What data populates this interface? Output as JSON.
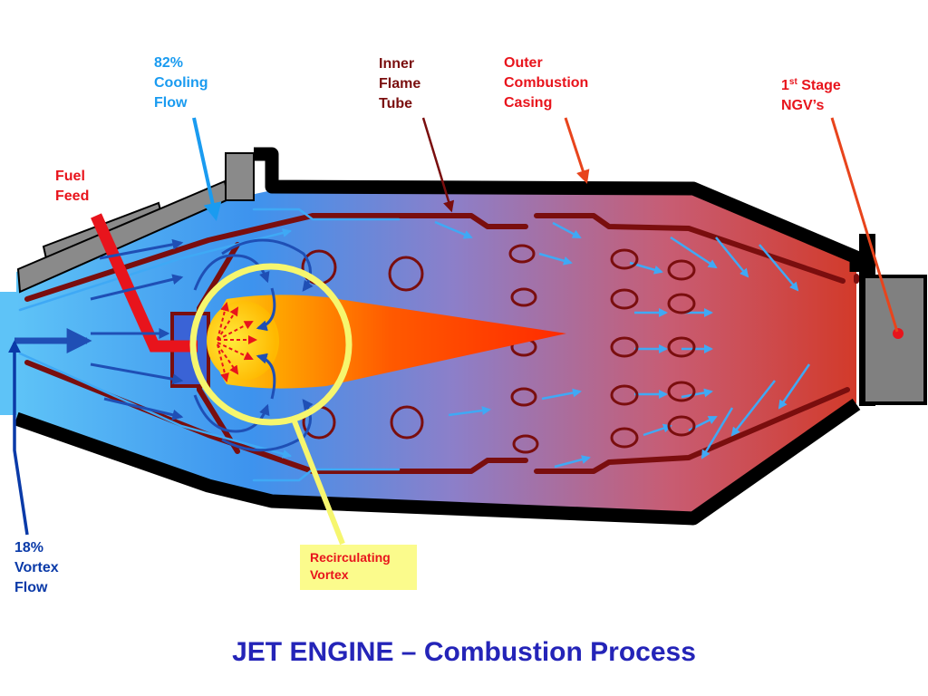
{
  "title": "JET ENGINE – Combustion Process",
  "labels": {
    "cooling_flow": {
      "line1": "82%",
      "line2": "Cooling",
      "line3": "Flow"
    },
    "fuel_feed": {
      "line1": "Fuel",
      "line2": "Feed"
    },
    "inner_flame_tube": {
      "line1": "Inner",
      "line2": "Flame",
      "line3": "Tube"
    },
    "outer_casing": {
      "line1": "Outer",
      "line2": "Combustion",
      "line3": "Casing"
    },
    "ngv": {
      "prefix": "1",
      "sup": "st",
      "rest": " Stage",
      "line2": "NGV’s"
    },
    "vortex_flow": {
      "line1": "18%",
      "line2": "Vortex",
      "line3": "Flow"
    },
    "recirculating_vortex": {
      "line1": "Recirculating",
      "line2": "Vortex"
    }
  },
  "colors": {
    "casing": "#000000",
    "flame_tube": "#7a0e0e",
    "cool_air": "#3fa9f5",
    "hot_gas": "#d23a2a",
    "flame_outer": "#ff3300",
    "flame_core": "#ffd21a",
    "flow_arrow": "#1f4fb5",
    "highlight": "#f6f66e",
    "pointer_red": "#e8441c",
    "pointer_blue": "#1a9bf0",
    "nozzle": "#808080"
  }
}
